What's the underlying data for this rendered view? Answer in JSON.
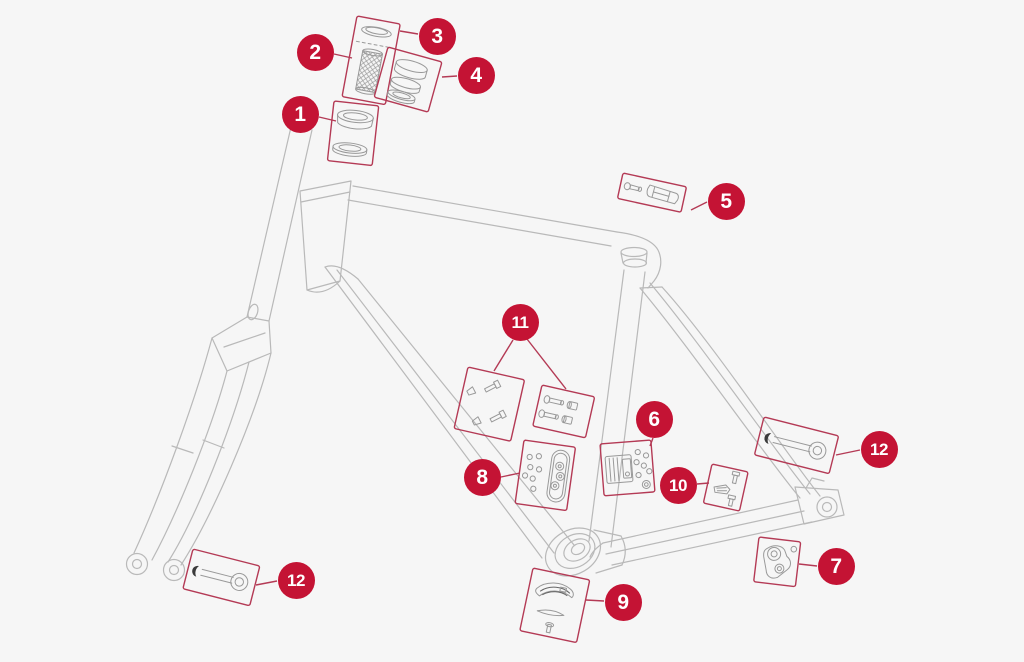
{
  "diagram": {
    "type": "exploded-parts-diagram",
    "subject": "bicycle-frameset",
    "background": "#f6f6f6",
    "palette": {
      "accent": "#c41334",
      "box_stroke": "#b43a55",
      "frame_line": "#b9b9b9",
      "detail_line": "#999999",
      "badge_text": "#ffffff"
    },
    "callouts": [
      {
        "label": "1"
      },
      {
        "label": "2"
      },
      {
        "label": "3"
      },
      {
        "label": "4"
      },
      {
        "label": "5"
      },
      {
        "label": "6"
      },
      {
        "label": "7"
      },
      {
        "label": "8"
      },
      {
        "label": "9"
      },
      {
        "label": "10"
      },
      {
        "label": "11"
      },
      {
        "label": "12"
      },
      {
        "label": "12"
      }
    ]
  }
}
